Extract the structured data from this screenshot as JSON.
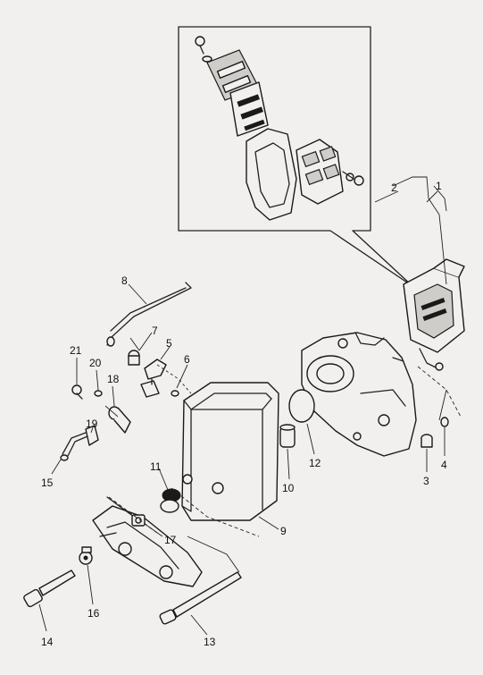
{
  "callouts": [
    {
      "id": "1",
      "text": "1"
    },
    {
      "id": "2",
      "text": "2"
    },
    {
      "id": "3",
      "text": "3"
    },
    {
      "id": "4",
      "text": "4"
    },
    {
      "id": "5",
      "text": "5"
    },
    {
      "id": "6",
      "text": "6"
    },
    {
      "id": "7",
      "text": "7"
    },
    {
      "id": "8",
      "text": "8"
    },
    {
      "id": "9",
      "text": "9"
    },
    {
      "id": "10",
      "text": "10"
    },
    {
      "id": "11",
      "text": "11"
    },
    {
      "id": "12",
      "text": "12"
    },
    {
      "id": "13",
      "text": "13"
    },
    {
      "id": "14",
      "text": "14"
    },
    {
      "id": "15",
      "text": "15"
    },
    {
      "id": "16",
      "text": "16"
    },
    {
      "id": "17",
      "text": "17"
    },
    {
      "id": "18",
      "text": "18"
    },
    {
      "id": "19",
      "text": "19"
    },
    {
      "id": "20",
      "text": "20"
    },
    {
      "id": "21",
      "text": "21"
    }
  ],
  "colors": {
    "background": "#f1f0ee",
    "ink": "#1a1a1a"
  }
}
